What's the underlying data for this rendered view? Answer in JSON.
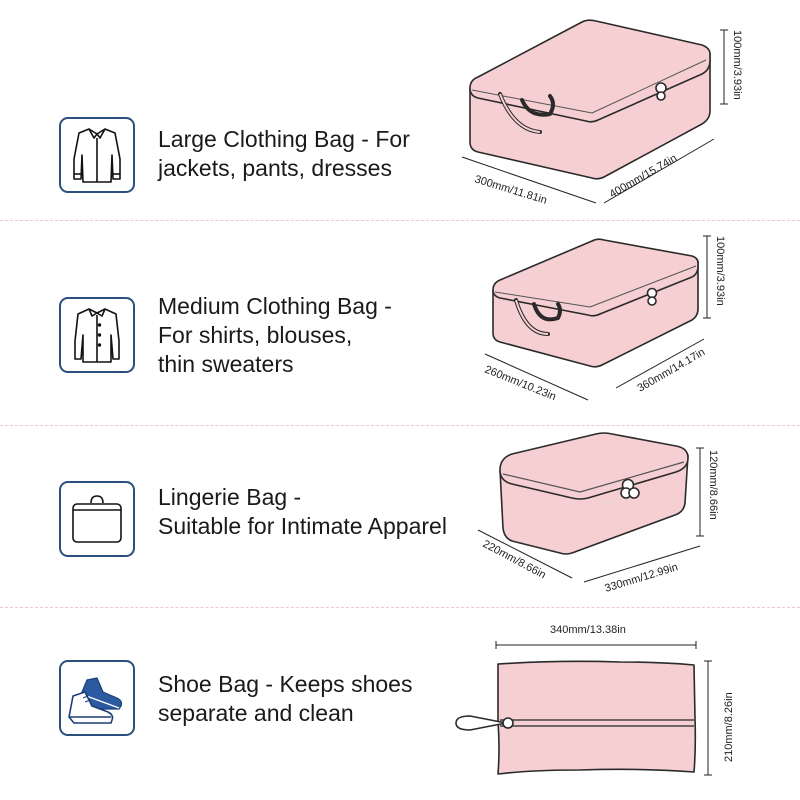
{
  "items": [
    {
      "icon": "long-sleeve-jacket-icon",
      "lines": [
        "Large Clothing Bag - For",
        "jackets, pants, dresses"
      ],
      "dims": {
        "height": "100mm/3.93in",
        "depth": "300mm/11.81in",
        "width": "400mm/15.74in"
      }
    },
    {
      "icon": "shirt-icon",
      "lines": [
        "Medium Clothing Bag -",
        "For shirts, blouses,",
        "thin sweaters"
      ],
      "dims": {
        "height": "100mm/3.93in",
        "depth": "260mm/10.23in",
        "width": "360mm/14.17in"
      }
    },
    {
      "icon": "small-bag-icon",
      "lines": [
        "Lingerie Bag -",
        "Suitable for Intimate Apparel"
      ],
      "dims": {
        "height": "120mm/8.66in",
        "depth": "220mm/8.66in",
        "width": "330mm/12.99in"
      }
    },
    {
      "icon": "sneakers-icon",
      "lines": [
        "Shoe Bag - Keeps shoes",
        "separate and clean"
      ],
      "dims": {
        "width": "340mm/13.38in",
        "height": "210mm/8.26in"
      }
    }
  ],
  "colors": {
    "icon_border": "#2c4f7c",
    "bag_fill": "#f6cfd3",
    "divider": "#e9c9cc"
  }
}
